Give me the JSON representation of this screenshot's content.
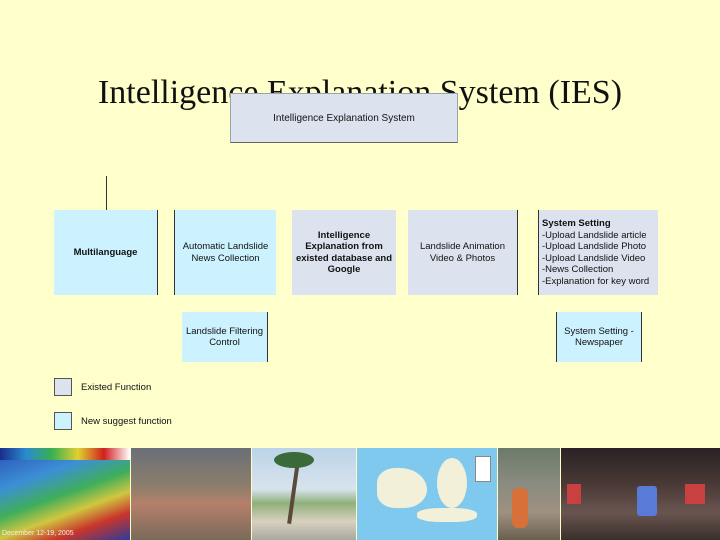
{
  "title": "Intelligence Explanation System (IES)",
  "root": "Intelligence Explanation System",
  "modules": [
    {
      "label": "Multilanguage"
    },
    {
      "label": "Automatic Landslide News Collection"
    },
    {
      "label": "Intelligence Explanation from existed database and Google"
    },
    {
      "label": "Landslide Animation Video & Photos"
    }
  ],
  "system_setting": {
    "heading": "System Setting",
    "items": [
      "-Upload Landslide article",
      "-Upload Landslide Photo",
      "-Upload Landslide Video",
      "-News Collection",
      "-Explanation for key word"
    ]
  },
  "filtering": "Landslide Filtering Control",
  "setting2": "System Setting - Newspaper",
  "legend": {
    "existed": "Existed Function",
    "new": "New suggest function"
  },
  "colors": {
    "background": "#FFFFCC",
    "new_function": "#CCF2FF",
    "existed_function": "#DCE3EE"
  },
  "photo_caption": "December 12-19, 2005"
}
